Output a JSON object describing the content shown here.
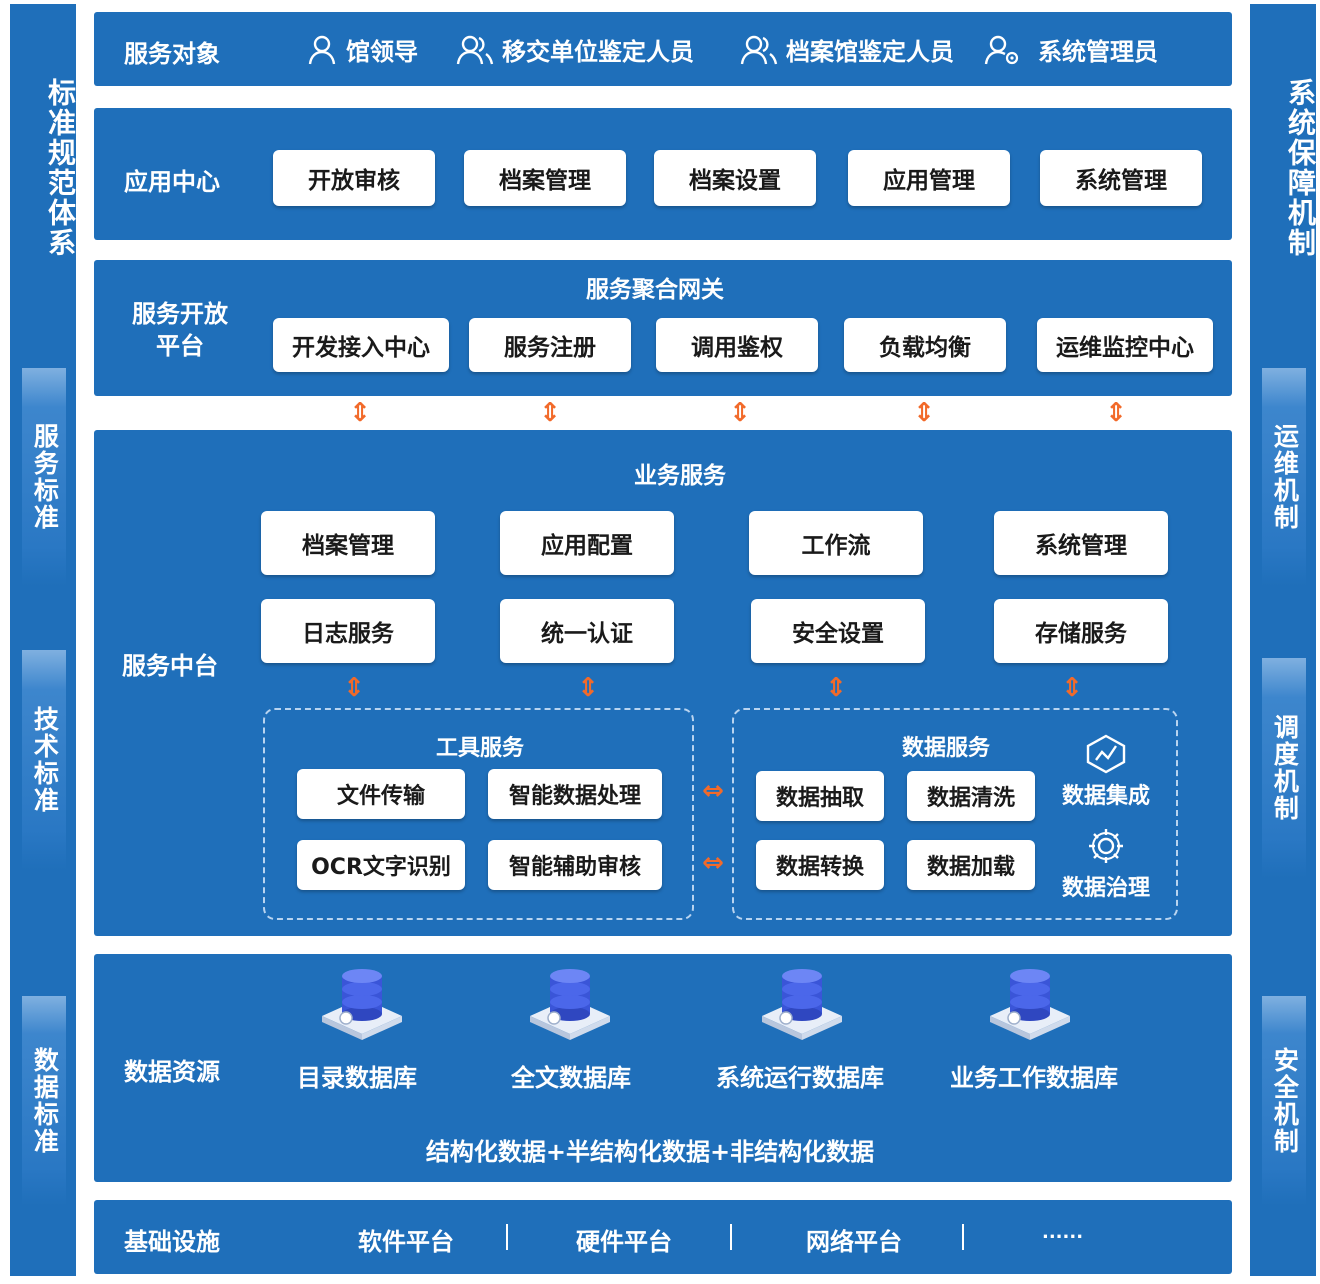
{
  "left_column": {
    "title": "标准规范体系",
    "tabs": [
      "服务标准",
      "技术标准",
      "数据标准"
    ]
  },
  "right_column": {
    "title": "系统保障机制",
    "tabs": [
      "运维机制",
      "调度机制",
      "安全机制"
    ]
  },
  "service_objects": {
    "label": "服务对象",
    "items": [
      {
        "icon": "user-icon",
        "text": "馆领导"
      },
      {
        "icon": "users-icon",
        "text": "移交单位鉴定人员"
      },
      {
        "icon": "users-icon",
        "text": "档案馆鉴定人员"
      },
      {
        "icon": "user-gear-icon",
        "text": "系统管理员"
      }
    ]
  },
  "app_center": {
    "label": "应用中心",
    "items": [
      "开放审核",
      "档案管理",
      "档案设置",
      "应用管理",
      "系统管理"
    ]
  },
  "open_platform": {
    "label": "服务开放平台",
    "title": "服务聚合网关",
    "items": [
      "开发接入中心",
      "服务注册",
      "调用鉴权",
      "负载均衡",
      "运维监控中心"
    ]
  },
  "service_middle": {
    "label": "服务中台",
    "title": "业务服务",
    "business": [
      "档案管理",
      "应用配置",
      "工作流",
      "系统管理",
      "日志服务",
      "统一认证",
      "安全设置",
      "存储服务"
    ],
    "tool_services": {
      "title": "工具服务",
      "items": [
        "文件传输",
        "智能数据处理",
        "OCR文字识别",
        "智能辅助审核"
      ]
    },
    "data_services": {
      "title": "数据服务",
      "items": [
        "数据抽取",
        "数据清洗",
        "数据转换",
        "数据加载"
      ],
      "extras": [
        {
          "icon": "data-integration-icon",
          "text": "数据集成"
        },
        {
          "icon": "data-governance-icon",
          "text": "数据治理"
        }
      ]
    }
  },
  "data_resources": {
    "label": "数据资源",
    "databases": [
      "目录数据库",
      "全文数据库",
      "系统运行数据库",
      "业务工作数据库"
    ],
    "summary": "结构化数据+半结构化数据+非结构化数据"
  },
  "infrastructure": {
    "label": "基础设施",
    "items": [
      "软件平台",
      "硬件平台",
      "网络平台",
      "......"
    ]
  },
  "colors": {
    "panel_blue": "#1f6fba",
    "arrow_orange": "#f26a2a",
    "db_blue": "#3a55d8"
  }
}
